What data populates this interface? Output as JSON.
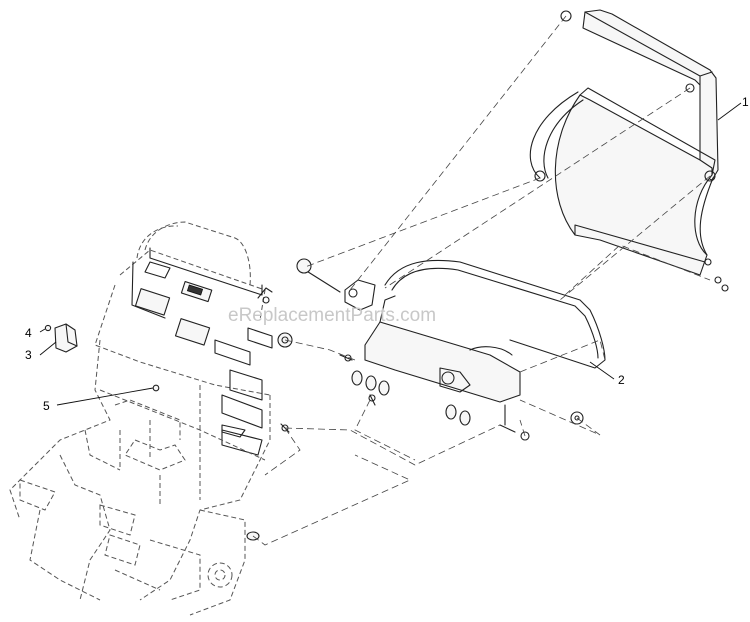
{
  "watermark": "eReplacementParts.com",
  "callouts": [
    {
      "id": "1",
      "label": "1"
    },
    {
      "id": "2",
      "label": "2"
    },
    {
      "id": "3",
      "label": "3"
    },
    {
      "id": "4",
      "label": "4"
    },
    {
      "id": "5",
      "label": "5"
    }
  ]
}
